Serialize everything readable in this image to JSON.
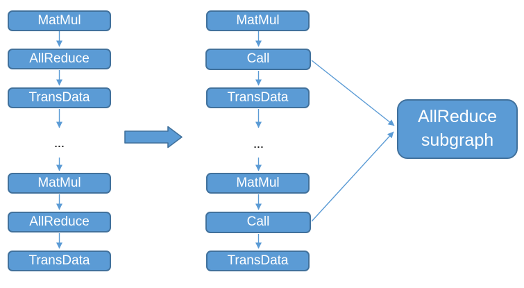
{
  "colors": {
    "background": "#FFFFFF",
    "node_fill": "#5B9BD5",
    "node_border": "#41719C",
    "node_text": "#FFFFFF",
    "edge_color": "#5B9BD5",
    "ellipsis_color": "#1F1F1F"
  },
  "diagram": {
    "before_column": {
      "nodes": [
        "MatMul",
        "AllReduce",
        "TransData",
        "...",
        "MatMul",
        "AllReduce",
        "TransData"
      ]
    },
    "after_column": {
      "nodes": [
        "MatMul",
        "Call",
        "TransData",
        "...",
        "MatMul",
        "Call",
        "TransData"
      ]
    },
    "subgraph_node": {
      "line1": "AllReduce",
      "line2": "subgraph"
    }
  }
}
